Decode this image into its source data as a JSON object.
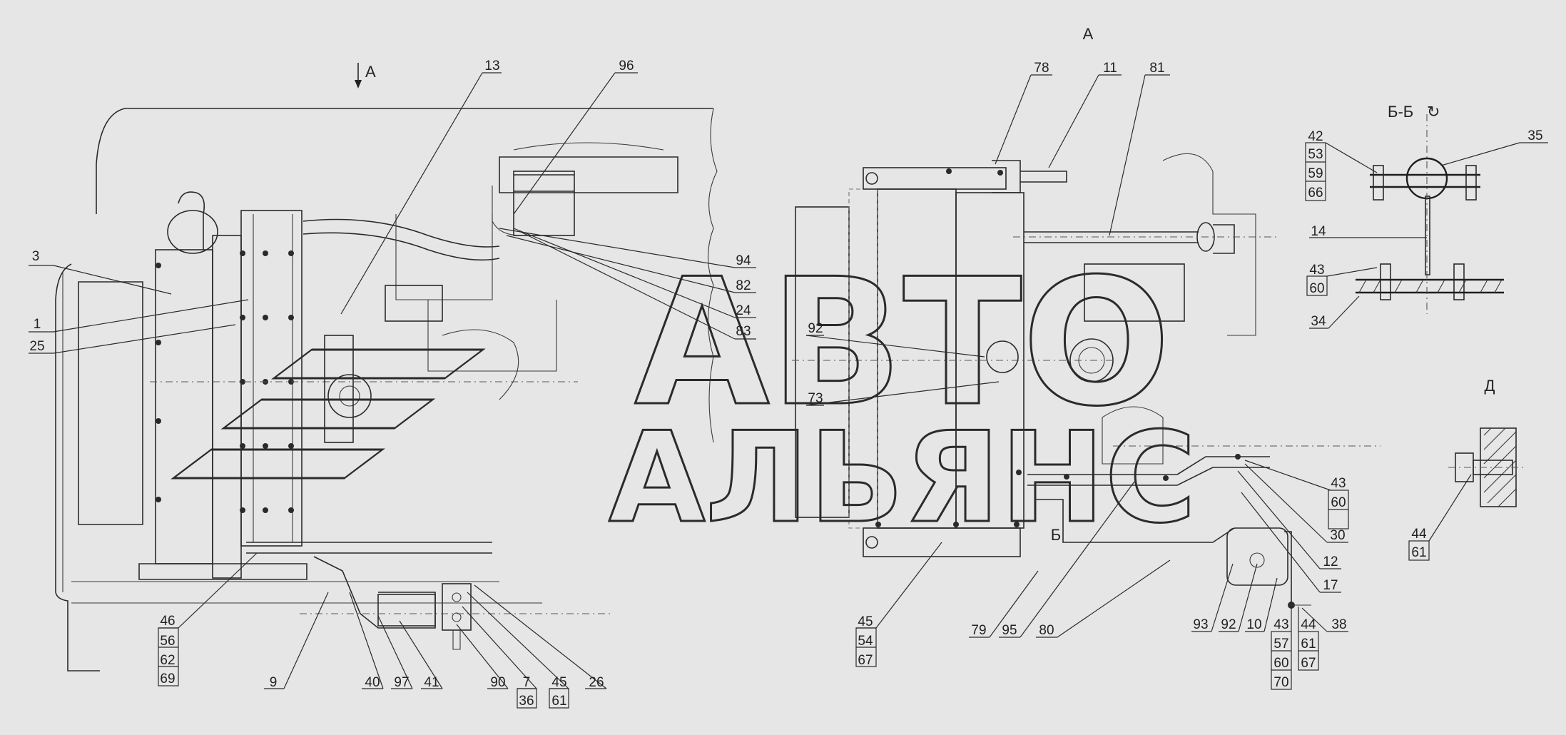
{
  "view_labels": {
    "arrow_a": "А",
    "view_a": "А",
    "section_bb": "Б-Б",
    "view_d": "Д",
    "mark_b": "Б"
  },
  "watermark": {
    "line1": "АВТО",
    "line2": "АЛЬЯНС"
  },
  "callouts": {
    "c13": "13",
    "c96": "96",
    "c3": "3",
    "c1": "1",
    "c25": "25",
    "c94": "94",
    "c82": "82",
    "c24": "24",
    "c83": "83",
    "c46": "46",
    "c56": "56",
    "c62": "62",
    "c69": "69",
    "c9": "9",
    "c40": "40",
    "c97": "97",
    "c41": "41",
    "c90": "90",
    "c7": "7",
    "c36": "36",
    "c45": "45",
    "c61": "61",
    "c26": "26",
    "c78": "78",
    "c11": "11",
    "c81": "81",
    "c92": "92",
    "c73": "73",
    "c45b": "45",
    "c54": "54",
    "c67": "67",
    "c79": "79",
    "c95": "95",
    "c80": "80",
    "c93": "93",
    "c92b": "92",
    "c10": "10",
    "c43": "43",
    "c57": "57",
    "c60": "60",
    "c70": "70",
    "c44": "44",
    "c61b": "61",
    "c67b": "67",
    "c38": "38",
    "c43b": "43",
    "c60b": "60",
    "c30": "30",
    "c12": "12",
    "c17": "17",
    "c42": "42",
    "c53": "53",
    "c59": "59",
    "c66": "66",
    "c35": "35",
    "c14": "14",
    "c43c": "43",
    "c60c": "60",
    "c34": "34",
    "c44b": "44",
    "c61c": "61"
  }
}
